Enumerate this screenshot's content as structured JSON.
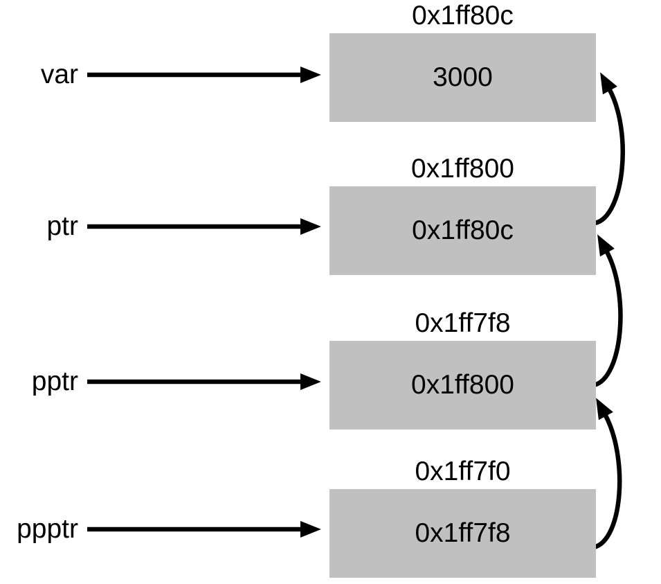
{
  "diagram": {
    "rows": [
      {
        "label": "var",
        "address": "0x1ff80c",
        "value": "3000"
      },
      {
        "label": "ptr",
        "address": "0x1ff800",
        "value": "0x1ff80c"
      },
      {
        "label": "pptr",
        "address": "0x1ff7f8",
        "value": "0x1ff800"
      },
      {
        "label": "ppptr",
        "address": "0x1ff7f0",
        "value": "0x1ff7f8"
      }
    ],
    "pointer_links": [
      {
        "from": "ptr",
        "to": "var"
      },
      {
        "from": "pptr",
        "to": "ptr"
      },
      {
        "from": "ppptr",
        "to": "pptr"
      }
    ],
    "colors": {
      "cell_fill": "#c0c0c0",
      "arrow": "#000000",
      "text": "#000000",
      "background": "#ffffff"
    }
  }
}
